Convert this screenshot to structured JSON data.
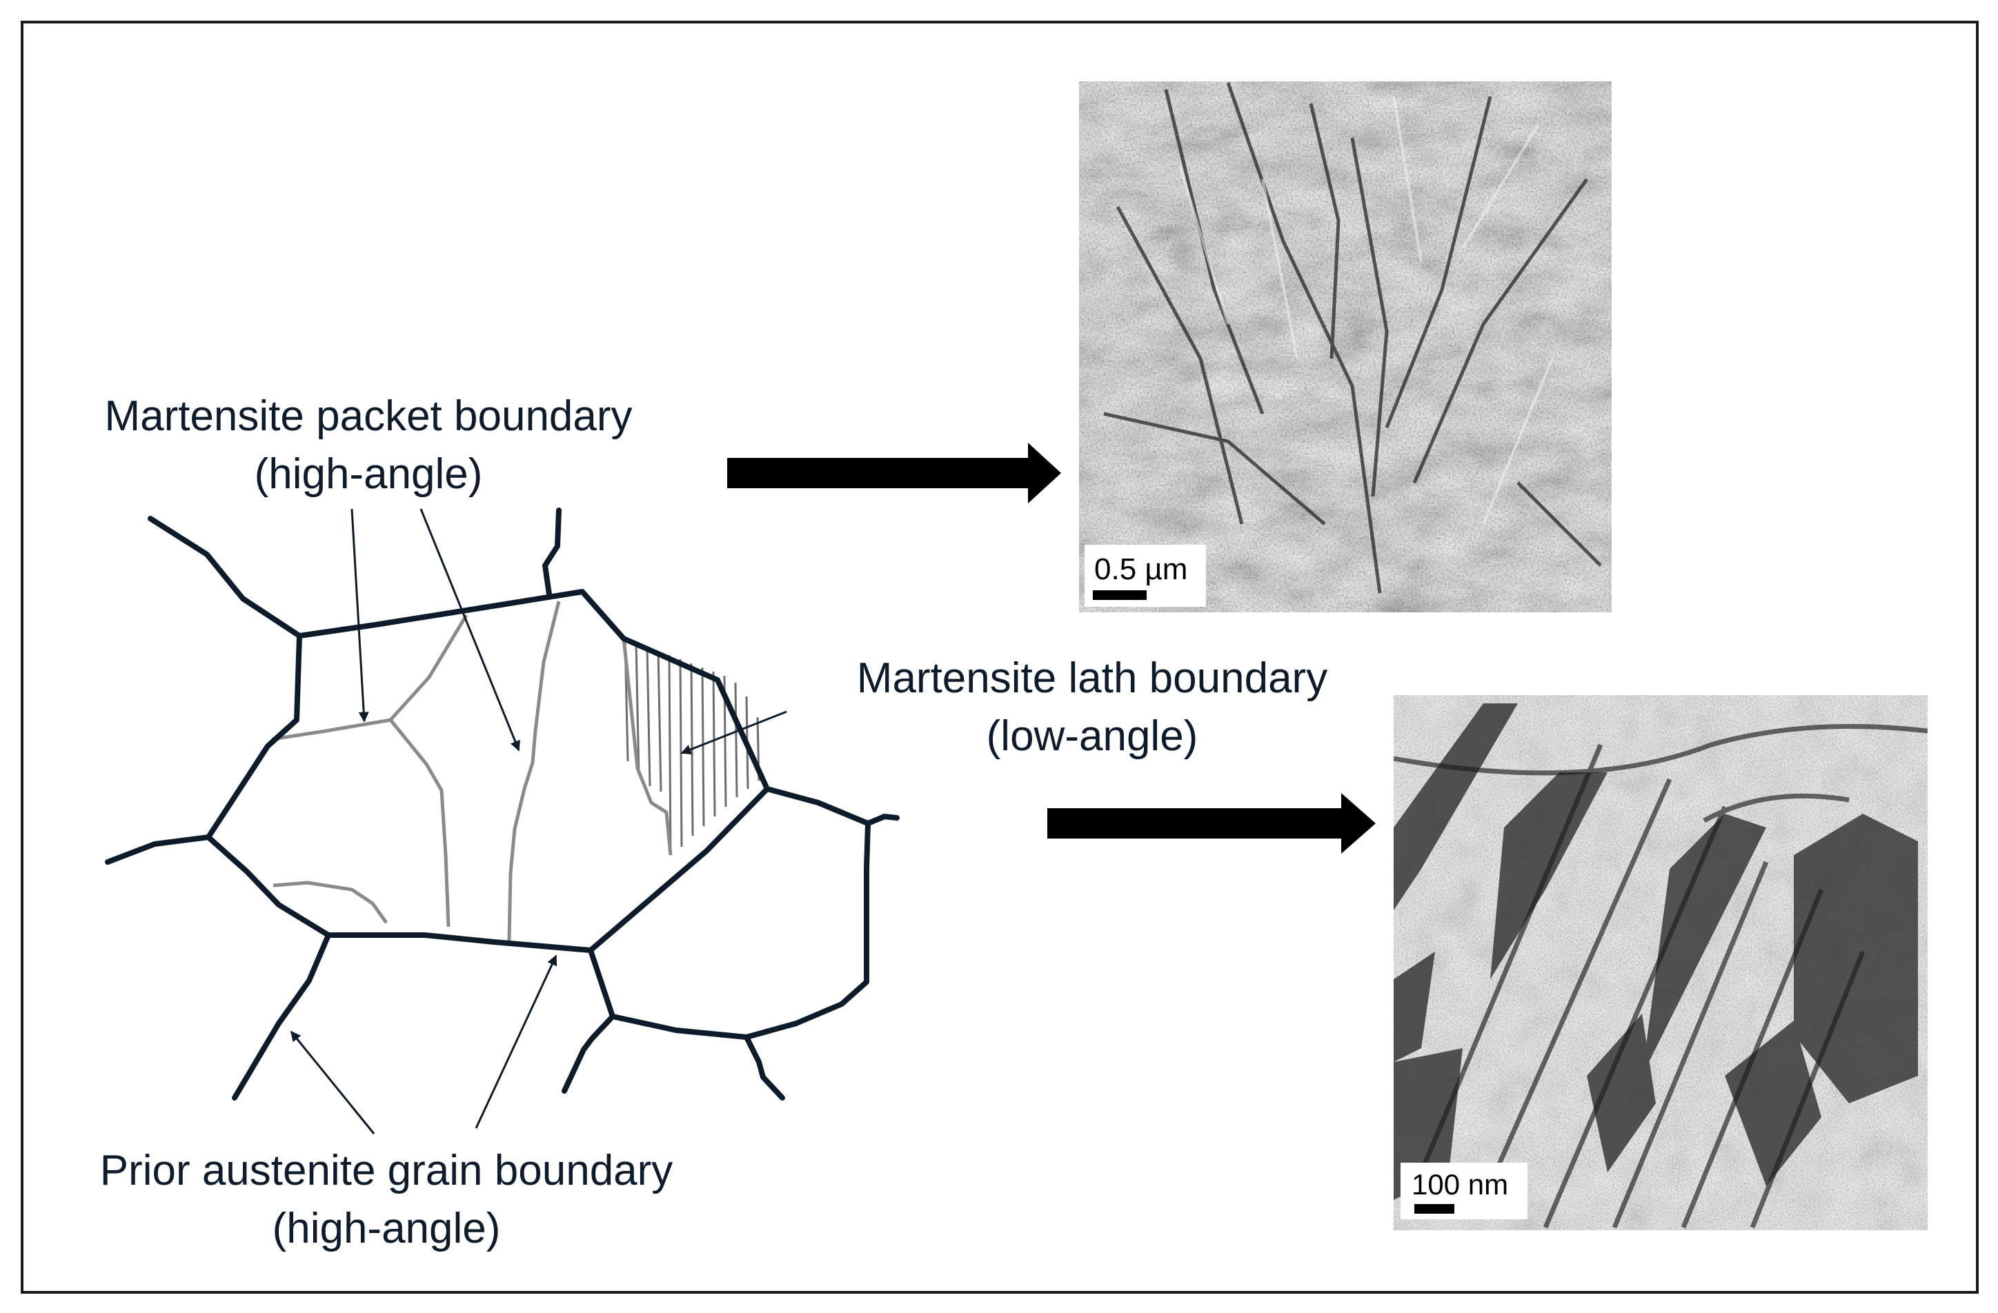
{
  "labels": {
    "packet": {
      "line1": "Martensite packet boundary",
      "line2": "(high-angle)"
    },
    "lath": {
      "line1": "Martensite lath boundary",
      "line2": "(low-angle)"
    },
    "prior": {
      "line1": "Prior austenite grain boundary",
      "line2": "(high-angle)"
    }
  },
  "micrographs": {
    "top": {
      "scale_bar": "0.5 µm"
    },
    "bottom": {
      "scale_bar": "100 nm"
    }
  },
  "colors": {
    "grain_boundary": "#0d1b2a",
    "sub_boundary": "#8a8a8a",
    "arrow": "#000000",
    "frame": "#1a1a1a"
  }
}
